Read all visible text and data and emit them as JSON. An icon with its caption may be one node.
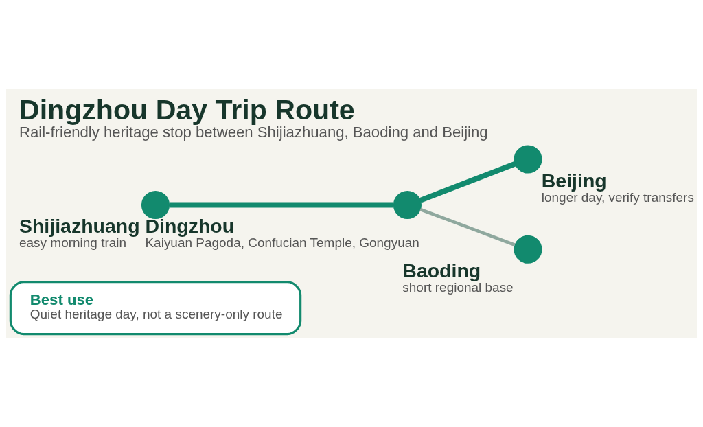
{
  "diagram": {
    "title": "Dingzhou Day Trip Route",
    "caption": "Rail-friendly heritage stop between Shijiazhuang, Baoding and Beijing",
    "nodes": [
      {
        "text": [
          "Best use",
          "Quiet heritage day, not a scenery-only route"
        ]
      },
      {
        "text": [],
        "shape": "circle",
        "beside": [
          "Shijiazhuang",
          "easy morning train"
        ]
      },
      {
        "text": [],
        "shape": "circle",
        "beside": [
          "Dingzhou",
          "Kaiyuan Pagoda, Confucian Temple, Gongyuan"
        ]
      },
      {
        "text": [],
        "shape": "circle",
        "beside": [
          "Beijing",
          "longer day, verify transfers"
        ]
      },
      {
        "text": [],
        "shape": "circle",
        "beside": [
          "Baoding",
          "short regional base"
        ]
      }
    ],
    "edges": [
      {
        "from": 1,
        "to": 2,
        "arrow": "none"
      },
      {
        "from": 2,
        "to": 3,
        "arrow": "none"
      },
      {
        "from": 2,
        "to": 4,
        "arrow": "none",
        "color": "#8fa89e"
      }
    ]
  }
}
